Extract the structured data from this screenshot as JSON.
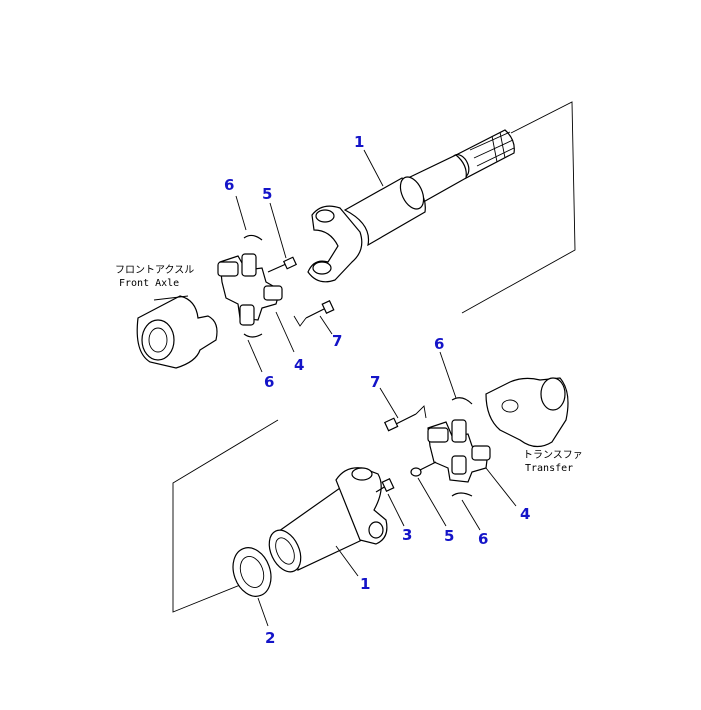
{
  "colors": {
    "callout": "#1414c8",
    "line": "#000000",
    "background": "#ffffff"
  },
  "labels": {
    "front_axle_jp": "フロントアクスル",
    "front_axle_en": "Front Axle",
    "transfer_jp": "トランスファ",
    "transfer_en": "Transfer"
  },
  "callouts": {
    "upper_shaft": "1",
    "upper_clip_top": "6",
    "upper_grease_fitting": "5",
    "upper_clip_bottom": "6",
    "upper_spider": "4",
    "upper_bolt": "7",
    "lower_clip_top": "6",
    "lower_bolt": "7",
    "lower_spider": "4",
    "lower_grease_fitting": "5",
    "lower_clip_bottom": "6",
    "lower_fitting": "3",
    "lower_shaft": "1",
    "seal": "2"
  }
}
